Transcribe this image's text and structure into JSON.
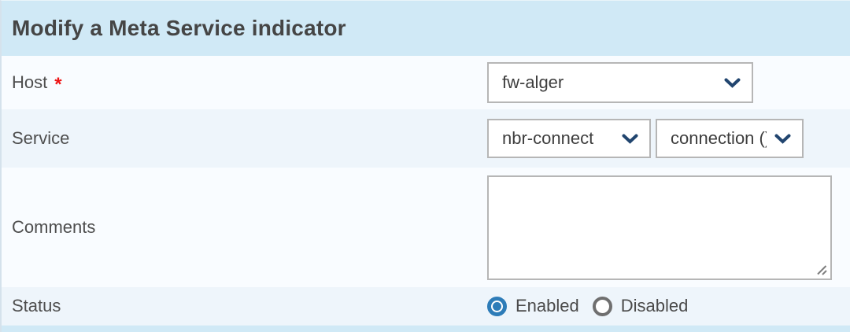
{
  "colors": {
    "header_bg": "#d0e9f6",
    "row_light_bg": "#f9fcff",
    "row_alt_bg": "#eef5fb",
    "accent_blue": "#2d7cb8",
    "chevron_navy": "#21456f",
    "required_red": "#ee1414",
    "border_gray": "#b6b6b6"
  },
  "form": {
    "title": "Modify a Meta Service indicator",
    "host": {
      "label": "Host",
      "required_marker": "*",
      "value": "fw-alger"
    },
    "service": {
      "label": "Service",
      "service_value": "nbr-connect",
      "indicator_value": "connection ()"
    },
    "comments": {
      "label": "Comments",
      "value": ""
    },
    "status": {
      "label": "Status",
      "options": [
        {
          "label": "Enabled",
          "selected": true
        },
        {
          "label": "Disabled",
          "selected": false
        }
      ]
    }
  }
}
